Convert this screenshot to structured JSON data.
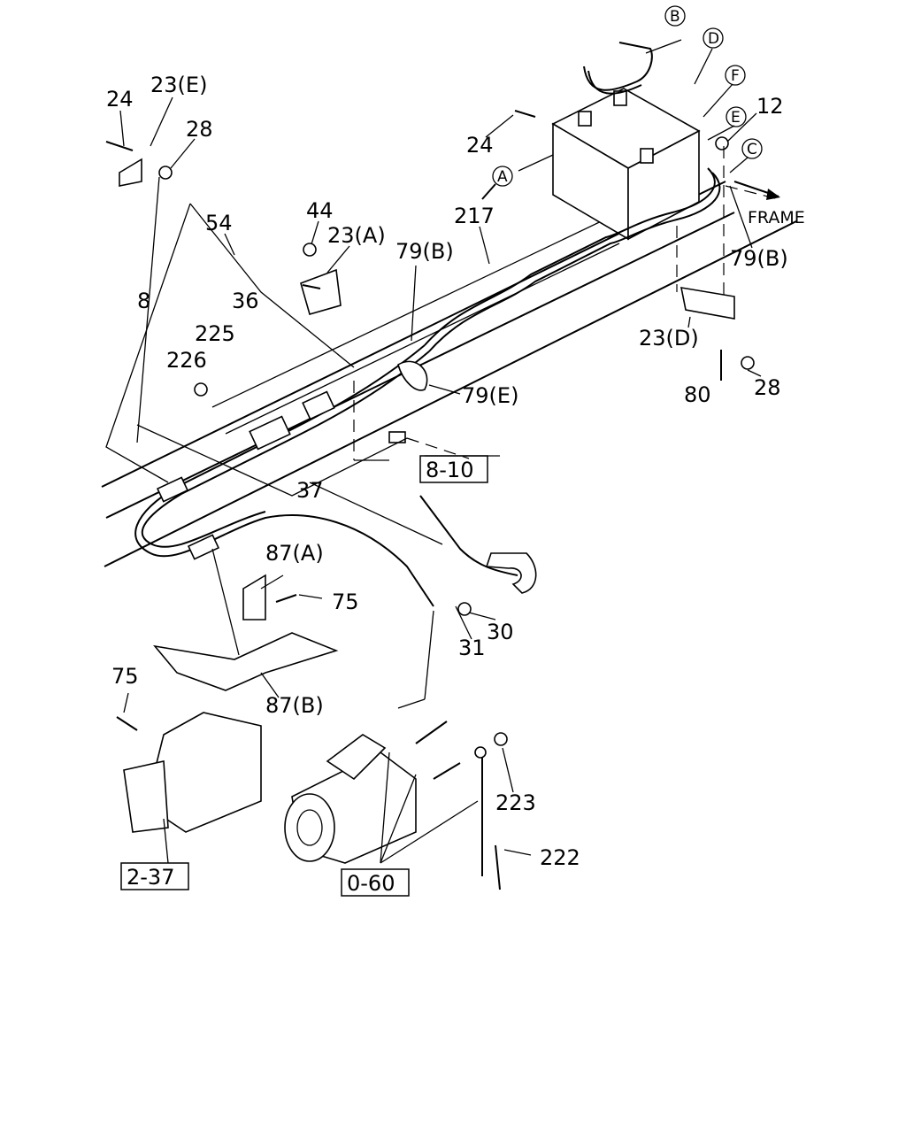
{
  "callouts": {
    "c24_tl": "24",
    "c23E": "23(E)",
    "c28_tl": "28",
    "c54": "54",
    "c44": "44",
    "c23A": "23(A)",
    "c79B_a": "79(B)",
    "c217": "217",
    "c24_tr": "24",
    "c12": "12",
    "c79B_b": "79(B)",
    "c36": "36",
    "c8": "8",
    "c225": "225",
    "c226": "226",
    "c79E": "79(E)",
    "c23D": "23(D)",
    "c28_r": "28",
    "c80": "80",
    "c37": "37",
    "c87A": "87(A)",
    "c75_m": "75",
    "c30": "30",
    "c31": "31",
    "c75_l": "75",
    "c87B": "87(B)",
    "c223": "223",
    "c222": "222"
  },
  "circle_refs": {
    "A": "A",
    "B": "B",
    "C": "C",
    "D": "D",
    "E": "E",
    "F": "F"
  },
  "boxed_refs": {
    "r8_10": "8-10",
    "r2_37": "2-37",
    "r0_60": "0-60"
  },
  "frame_label": "FRAME"
}
